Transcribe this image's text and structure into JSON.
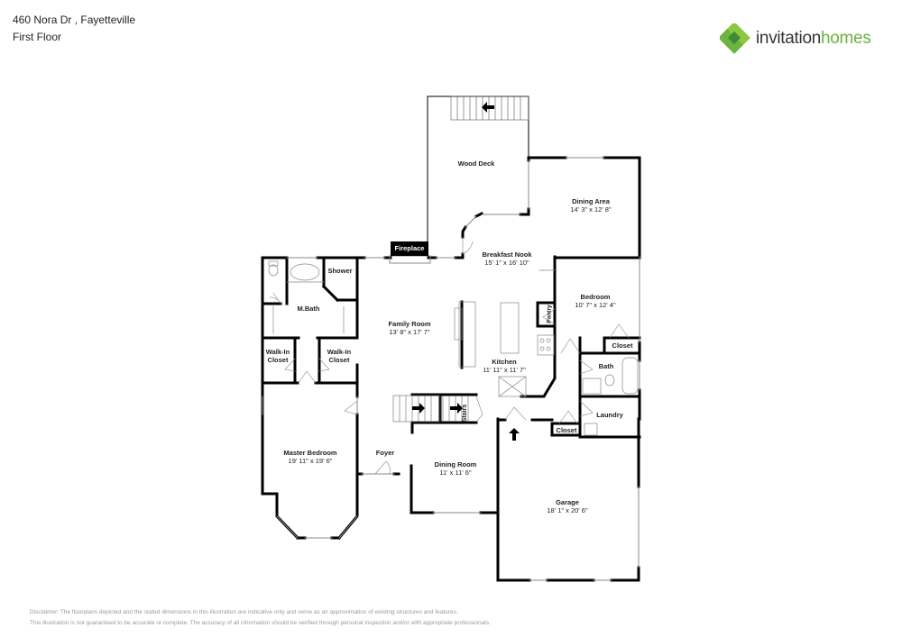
{
  "header": {
    "address": "460 Nora Dr , Fayetteville",
    "floor": "First Floor"
  },
  "logo": {
    "word1": "invitation",
    "word2": "homes",
    "colors": {
      "light_green": "#8dc63f",
      "mid_green": "#6cb33f",
      "dark_green": "#3d8b37",
      "text_dark": "#333333"
    },
    "icon": "clover-diamond-logo-icon"
  },
  "rooms": {
    "wood_deck": {
      "name": "Wood Deck",
      "dims": ""
    },
    "dining_area": {
      "name": "Dining Area",
      "dims": "14' 3\" x 12' 8\""
    },
    "breakfast_nook": {
      "name": "Breakfast Nook",
      "dims": "15' 1\" x 16' 10\""
    },
    "fireplace": {
      "name": "Fireplace"
    },
    "shower": {
      "name": "Shower"
    },
    "m_bath": {
      "name": "M.Bath"
    },
    "walk_in_closet_1": {
      "name": "Walk-In Closet"
    },
    "walk_in_closet_2": {
      "name": "Walk-In Closet"
    },
    "family_room": {
      "name": "Family Room",
      "dims": "13' 8\" x 17' 7\""
    },
    "kitchen": {
      "name": "Kitchen",
      "dims": "11' 11\" x 11' 7\""
    },
    "pantry": {
      "name": "Pantry"
    },
    "bedroom": {
      "name": "Bedroom",
      "dims": "10' 7\" x 12' 4\""
    },
    "closet_bedroom": {
      "name": "Closet"
    },
    "bath": {
      "name": "Bath"
    },
    "laundry": {
      "name": "Laundry"
    },
    "closet_hall": {
      "name": "Closet"
    },
    "stairs": {
      "name": "Stairs"
    },
    "master_bedroom": {
      "name": "Master Bedroom",
      "dims": "19' 11\" x 19' 6\""
    },
    "foyer": {
      "name": "Foyer",
      "dims": ""
    },
    "dining_room": {
      "name": "Dining Room",
      "dims": "11' x 11' 6\""
    },
    "garage": {
      "name": "Garage",
      "dims": "18' 1\" x 20' 6\""
    }
  },
  "disclaimer": {
    "line1": "Disclaimer: The floorplans depicted and the stated dimensions in this illustration are indicative only and serve as an approximation of existing structures and features.",
    "line2": "This illustration is not guaranteed to be accurate or complete. The accuracy of all information should be verified through personal inspection and/or with appropriate professionals."
  }
}
